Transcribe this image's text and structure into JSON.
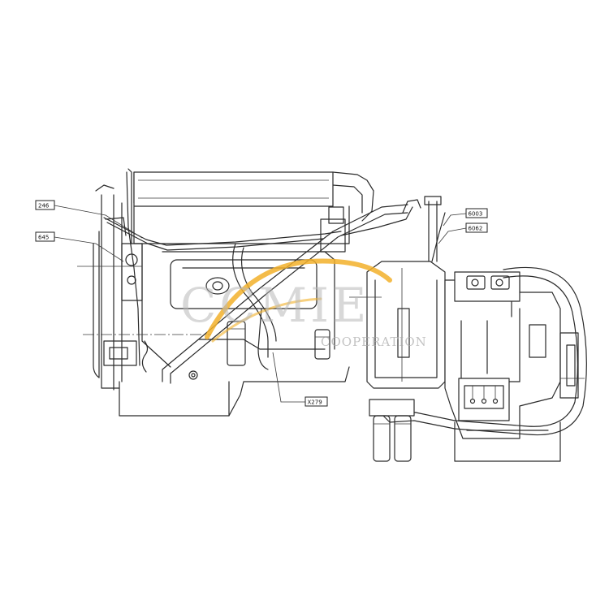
{
  "callouts": [
    {
      "id": "c246",
      "label": "246"
    },
    {
      "id": "c645",
      "label": "645"
    },
    {
      "id": "c6003",
      "label": "6003"
    },
    {
      "id": "c6062",
      "label": "6062"
    },
    {
      "id": "cX279",
      "label": "X279"
    }
  ],
  "watermark": {
    "main": "CCMIE",
    "sub": "COOPERATION",
    "accent_color": "#f2b02a",
    "gray_color": "#b9b9b9"
  },
  "colors": {
    "line": "#2a2a2a",
    "background": "#ffffff"
  }
}
